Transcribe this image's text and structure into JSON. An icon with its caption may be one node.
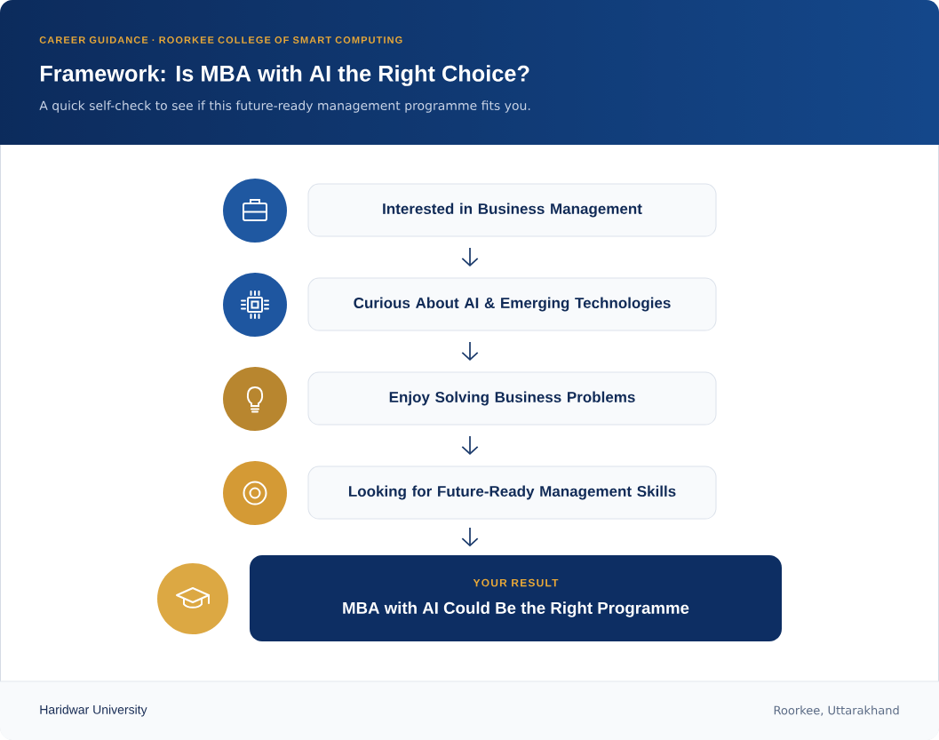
{
  "diagram": {
    "title": "Framework: Is MBA with AI the Right Choice?",
    "nodes": [
      {
        "text": [
          "Interested in Business Management"
        ]
      },
      {
        "text": [
          "Curious About AI & Emerging Technologies"
        ]
      },
      {
        "text": [
          "Enjoy Solving Business Problems"
        ]
      },
      {
        "text": [
          "Looking for Future-Ready Management Skills"
        ]
      },
      {
        "text": [
          "YOUR RESULT",
          "MBA with AI Could Be the Right Programme"
        ]
      }
    ],
    "edges": [
      {
        "from": 0,
        "to": 1,
        "arrow": "to"
      },
      {
        "from": 1,
        "to": 2,
        "arrow": "to"
      },
      {
        "from": 2,
        "to": 3,
        "arrow": "to"
      },
      {
        "from": 3,
        "to": 4,
        "arrow": "to"
      }
    ],
    "labels": [
      "CAREER GUIDANCE · ROORKEE COLLEGE OF SMART COMPUTING",
      "A quick self-check to see if this future-ready management programme fits you.",
      "Haridwar University",
      "Roorkee, Uttarakhand"
    ]
  }
}
